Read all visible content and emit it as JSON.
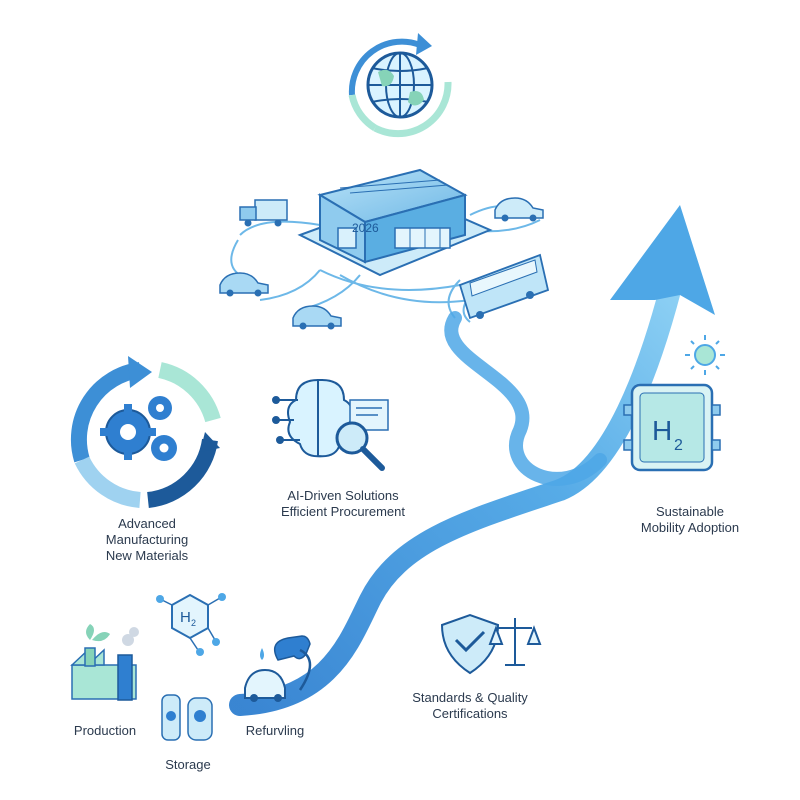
{
  "building": {
    "year": "2026"
  },
  "hydrogen": {
    "symbol": "H",
    "subscript": "2"
  },
  "labels": {
    "manufacturing": [
      "Advanced",
      "Manufacturing",
      "New Materials"
    ],
    "ai": [
      "AI-Driven Solutions",
      "Efficient Procurement"
    ],
    "mobility": [
      "Sustainable",
      "Mobility Adoption"
    ],
    "production": "Production",
    "storage": "Storage",
    "refueling": "Refurvling",
    "standards": [
      "Standards & Quality",
      "Certifications"
    ]
  },
  "colors": {
    "primary_blue": "#2f7fd0",
    "dark_blue": "#1d5a9a",
    "light_blue": "#9fd2f0",
    "mint": "#a9e6d6",
    "text": "#2b3a4e"
  }
}
